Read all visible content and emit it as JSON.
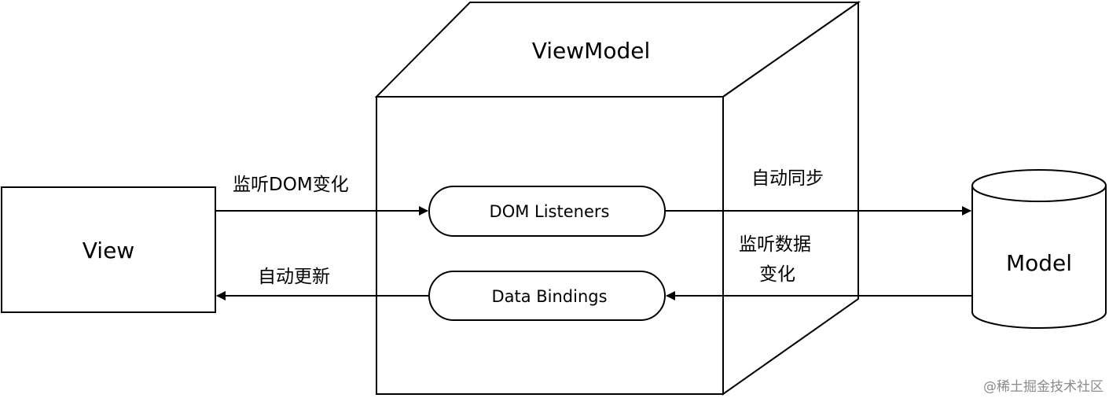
{
  "nodes": {
    "view": {
      "label": "View"
    },
    "viewmodel": {
      "label": "ViewModel"
    },
    "dom_listeners": {
      "label": "DOM Listeners"
    },
    "data_bindings": {
      "label": "Data Bindings"
    },
    "model": {
      "label": "Model"
    }
  },
  "edges": {
    "view_to_listeners": {
      "label": "监听DOM变化"
    },
    "bindings_to_view": {
      "label": "自动更新"
    },
    "listeners_to_model": {
      "label": "自动同步"
    },
    "model_to_bindings": {
      "line1": "监听数据",
      "line2": "变化"
    }
  },
  "watermark": {
    "text": "@稀土掘金技术社区"
  },
  "colors": {
    "stroke": "#000000",
    "background": "#ffffff",
    "watermark": "#8a8a8a"
  }
}
